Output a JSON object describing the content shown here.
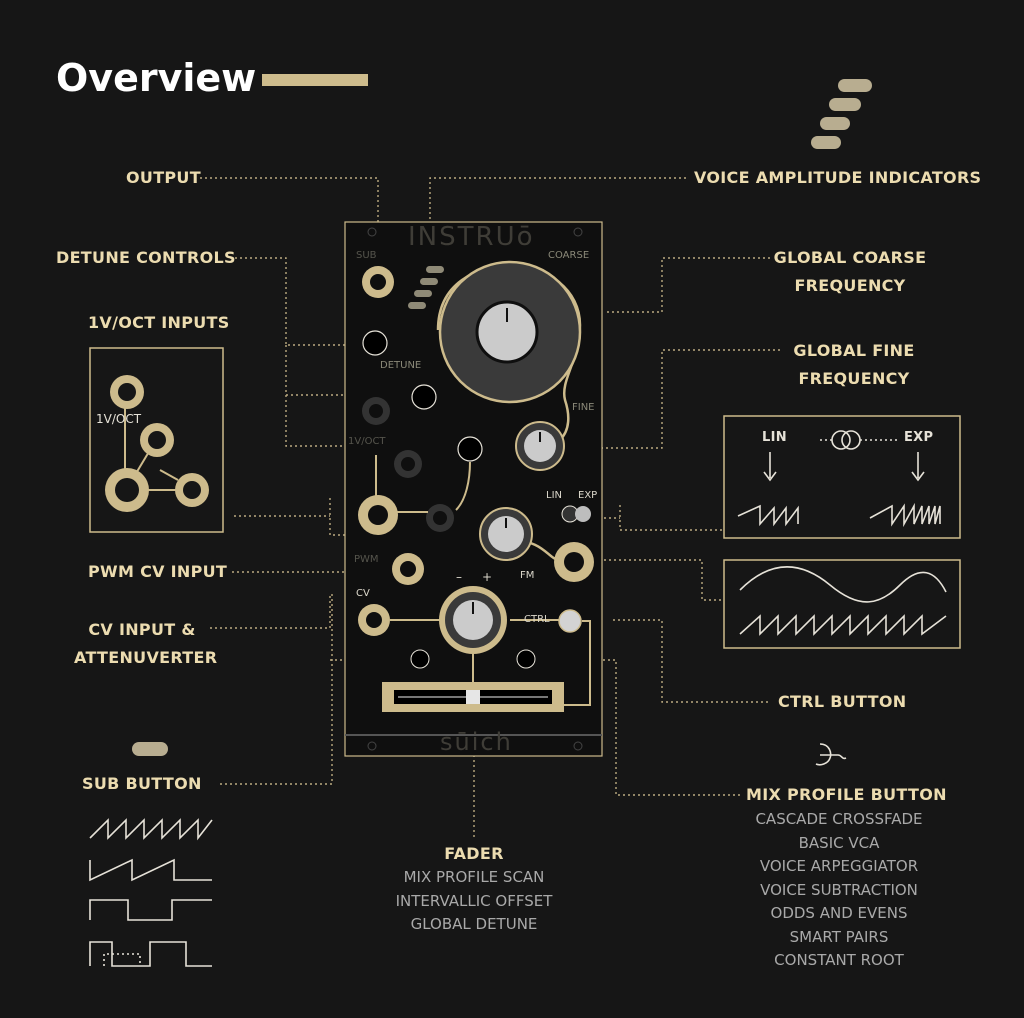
{
  "page": {
    "title": "Overview"
  },
  "colors": {
    "accent": "#cdbb8c",
    "label": "#ecdcb0",
    "muted": "#a9a9a9",
    "background": "#161616"
  },
  "labels": {
    "output": "OUTPUT",
    "voice_amplitude": "VOICE AMPLITUDE INDICATORS",
    "detune_controls": "DETUNE CONTROLS",
    "global_coarse_1": "GLOBAL COARSE",
    "global_coarse_2": "FREQUENCY",
    "oct_inputs": "1V/OCT INPUTS",
    "global_fine_1": "GLOBAL FINE",
    "global_fine_2": "FREQUENCY",
    "pwm_cv": "PWM CV INPUT",
    "cv_input_1": "CV INPUT &",
    "cv_input_2": "ATTENUVERTER",
    "ctrl_button": "CTRL BUTTON",
    "sub_button": "SUB BUTTON",
    "mix_profile": "MIX PROFILE BUTTON",
    "fader": "FADER"
  },
  "fader_modes": [
    "MIX PROFILE SCAN",
    "INTERVALLIC OFFSET",
    "GLOBAL DETUNE"
  ],
  "mix_profiles": [
    "CASCADE  CROSSFADE",
    "BASIC VCA",
    "VOICE ARPEGGIATOR",
    "VOICE SUBTRACTION",
    "ODDS AND EVENS",
    "SMART PAIRS",
    "CONSTANT ROOT"
  ],
  "fm_box": {
    "lin": "LIN",
    "exp": "EXP"
  },
  "panel": {
    "brand": "INSTRUō",
    "model": "sūich",
    "coarse": "COARSE",
    "fine": "FINE",
    "detune": "DETUNE",
    "oct": "1V/OCT",
    "pwm": "PWM",
    "cv": "CV",
    "ctrl": "CTRL",
    "fm": "FM",
    "lin": "LIN",
    "exp": "EXP",
    "minus": "–",
    "plus": "+",
    "sub": "SUB"
  },
  "inset": {
    "oct": "1V/OCT"
  },
  "icons": [
    "voice-amplitude-pills-icon",
    "sub-button-pill-icon",
    "mix-profile-glyph-icon",
    "waveform-icon"
  ]
}
